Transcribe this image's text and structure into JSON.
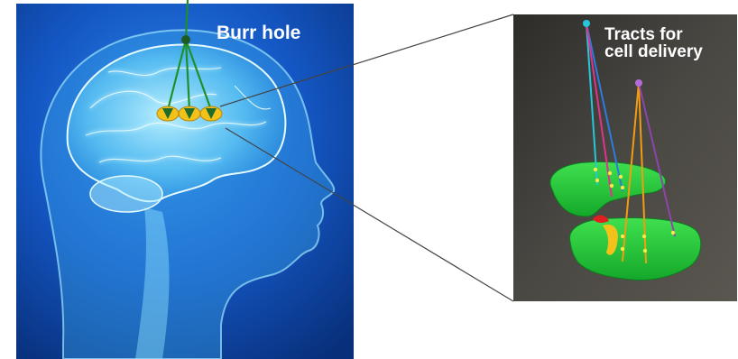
{
  "labels": {
    "burr_hole": "Burr hole",
    "tracts_line1": "Tracts for",
    "tracts_line2": "cell delivery"
  },
  "colors": {
    "left_background": "#0a3f9c",
    "brain_glow": "#7fe0ff",
    "tract_green": "#1e8f2a",
    "target_yellow": "#f2c21a",
    "right_background": "#3b3a37",
    "structure_green": "#27c93a",
    "tract_colors": [
      "#26c6da",
      "#2b7be0",
      "#e0338a",
      "#f39c12",
      "#8e44ad"
    ],
    "callout_line": "#555555"
  },
  "icons": {
    "left_panel": "brain-head-illustration",
    "right_panel": "3d-brain-structure-render"
  }
}
